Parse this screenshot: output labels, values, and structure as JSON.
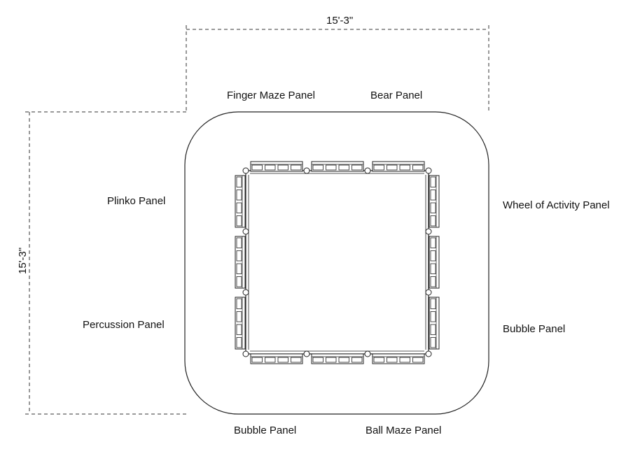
{
  "dimensions": {
    "top": "15'-3\"",
    "left": "15'-3\""
  },
  "panels": {
    "top_left": "Finger Maze Panel",
    "top_right": "Bear Panel",
    "left_upper": "Plinko Panel",
    "left_lower": "Percussion Panel",
    "right_upper": "Wheel of Activity Panel",
    "right_lower": "Bubble Panel",
    "bottom_left": "Bubble Panel",
    "bottom_right": "Ball Maze Panel"
  }
}
